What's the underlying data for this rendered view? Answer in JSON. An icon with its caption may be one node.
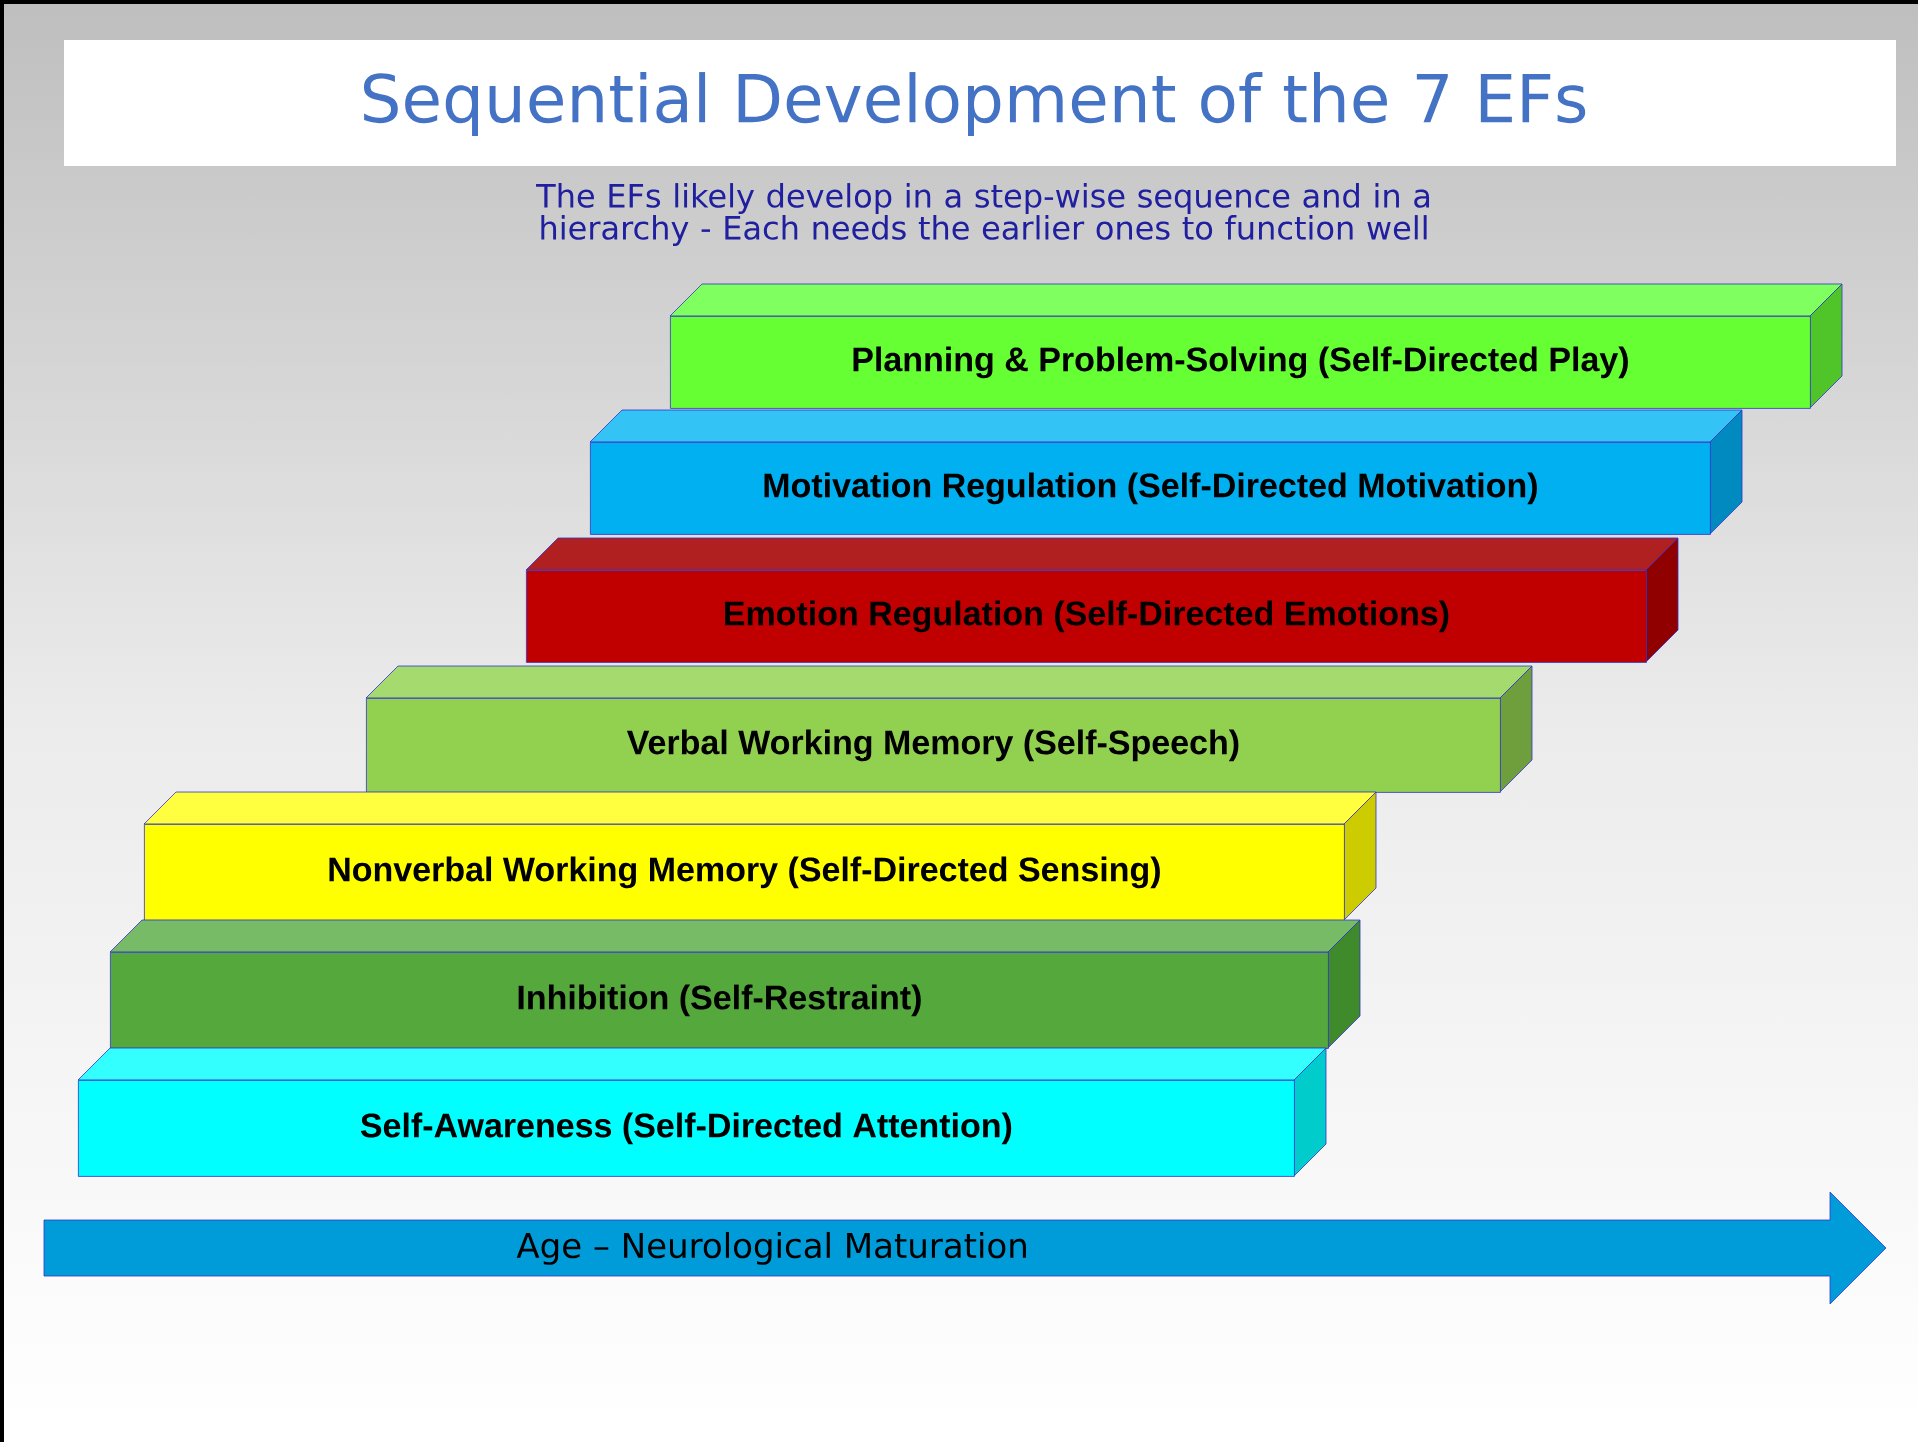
{
  "diagram": {
    "title": "Sequential Development of the 7 EFs",
    "nodes": [
      {
        "text": [
          "Planning & Problem-Solving (Self-Directed Play)"
        ]
      },
      {
        "text": [
          "Motivation Regulation (Self-Directed Motivation)"
        ]
      },
      {
        "text": [
          "Emotion Regulation (Self-Directed Emotions)"
        ]
      },
      {
        "text": [
          "Verbal Working Memory (Self-Speech)"
        ]
      },
      {
        "text": [
          "Nonverbal Working Memory (Self-Directed Sensing)"
        ]
      },
      {
        "text": [
          "Inhibition (Self-Restraint)"
        ]
      },
      {
        "text": [
          "Self-Awareness (Self-Directed Attention)"
        ]
      },
      {
        "text": [
          "Age – Neurological Maturation"
        ]
      }
    ],
    "labels": [
      "The EFs likely develop in a step-wise sequence and in a hierarchy - Each needs the earlier ones to function well"
    ]
  }
}
